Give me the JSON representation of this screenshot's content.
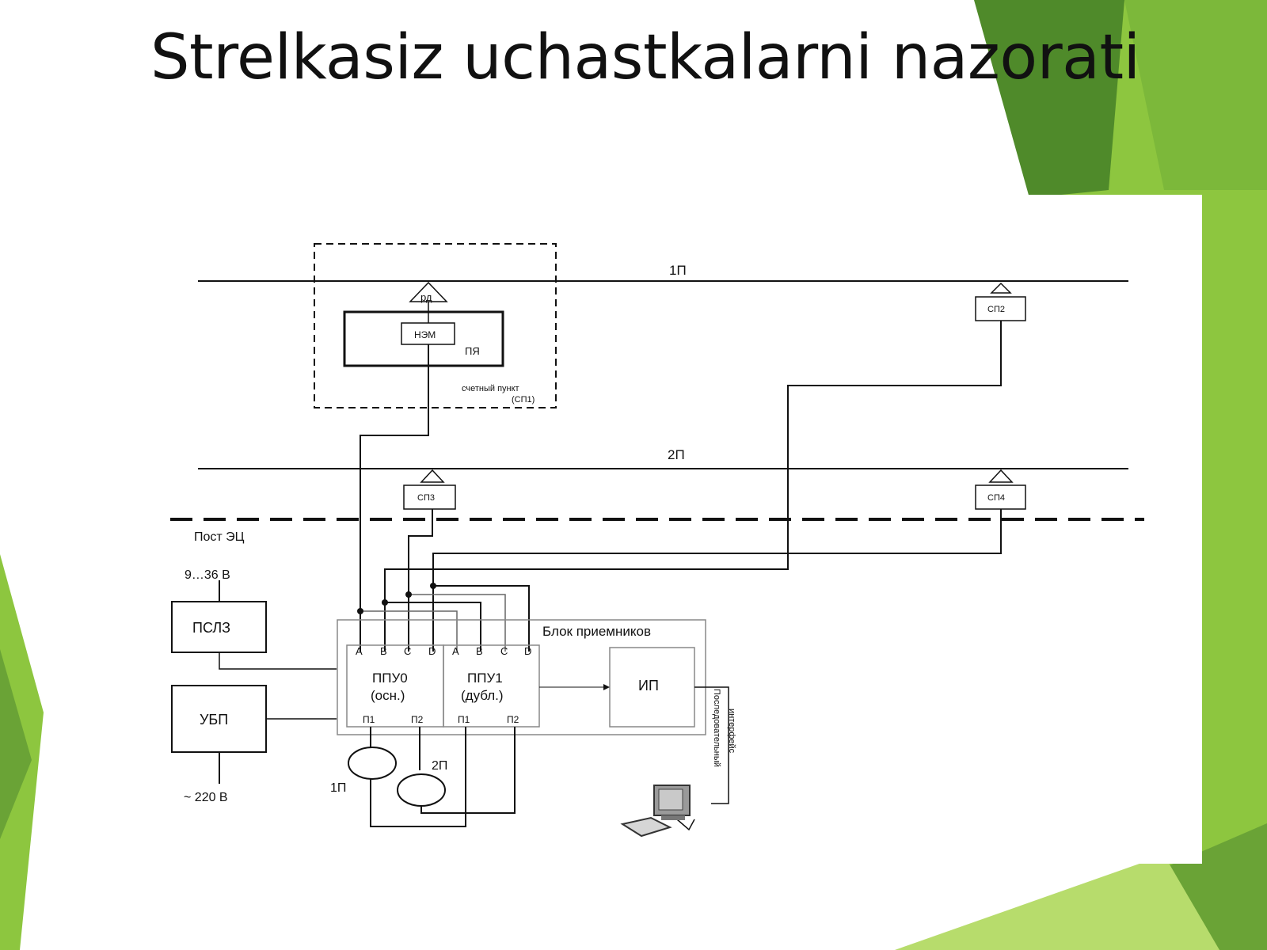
{
  "slide": {
    "title": "Strelkasiz uchastkalarni nazorati"
  },
  "colors": {
    "accent_green": "#8dc63f",
    "dark_green": "#4f8a2a",
    "mid_green": "#6aa336",
    "light_green": "#b7dc6c",
    "line": "#111111"
  },
  "diagram": {
    "track_1": "1П",
    "track_2": "2П",
    "rd_label": "рд",
    "nsm_label": "НЭМ",
    "pya_label": "ПЯ",
    "counting_point_line1": "счетный пункт",
    "counting_point_line2": "(СП1)",
    "sp2": "СП2",
    "sp3": "СП3",
    "sp4": "СП4",
    "post_label": "Пост ЭЦ",
    "voltage_dc": "9…36 В",
    "voltage_ac": "~ 220 В",
    "pslz": "ПСЛЗ",
    "ubp": "УБП",
    "receiver_block": "Блок приемников",
    "ppu0_line1": "ППУ0",
    "ppu0_line2": "(осн.)",
    "ppu1_line1": "ППУ1",
    "ppu1_line2": "(дубл.)",
    "terminals": [
      "A",
      "B",
      "C",
      "D"
    ],
    "p1": "П1",
    "p2": "П2",
    "ip": "ИП",
    "serial_line1": "Последовательный",
    "serial_line2": "интерфейс",
    "coil_1": "1П",
    "coil_2": "2П"
  },
  "icons": {
    "computer": "computer-workstation-icon",
    "sensor": "rail-sensor-triangle-icon"
  }
}
